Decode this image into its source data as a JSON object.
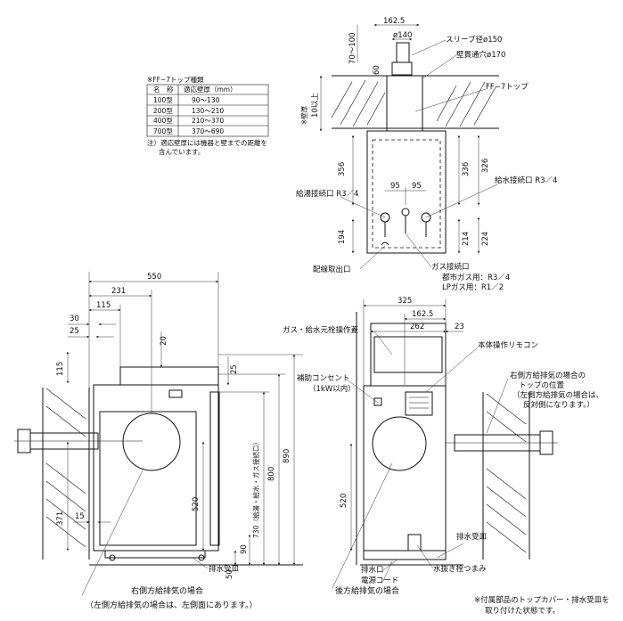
{
  "table": {
    "title": "※FF−7トップ種類",
    "headers": [
      "名　称",
      "適応壁厚（mm）"
    ],
    "rows": [
      [
        "100型",
        "90〜130"
      ],
      [
        "200型",
        "130〜210"
      ],
      [
        "400型",
        "210〜370"
      ],
      [
        "700型",
        "370〜690"
      ]
    ],
    "note_line1": "注）適応壁厚には機器と壁までの距離を",
    "note_line2": "含んでいます。"
  },
  "top_view": {
    "dim_162_5": "162.5",
    "dim_70_100": "70〜100",
    "dim_phi140": "ø140",
    "dim_60": "60",
    "label_sleeve": "スリーブ径ø150",
    "label_wall_hole": "壁貫通穴ø170",
    "label_ff7top": "FF−7トップ",
    "dim_wall_thickness": "※壁厚",
    "dim_10up": "10以上",
    "dim_356": "356",
    "dim_336": "336",
    "dim_326": "326",
    "dim_95a": "95",
    "dim_95b": "95",
    "dim_194": "194",
    "dim_214": "214",
    "dim_224": "224",
    "label_hot_water": "給湯接続口 R3／4",
    "label_water_supply": "給水接続口 R3／4",
    "label_drain_outlet": "配線取出口",
    "label_gas": "ガス接続口",
    "label_city_gas": "都市ガス用：R3／4",
    "label_lp_gas": "LPガス用：R1／2"
  },
  "side_view": {
    "dim_550": "550",
    "dim_231": "231",
    "dim_115a": "115",
    "dim_30": "30",
    "dim_25a": "25",
    "dim_20": "20",
    "dim_115b": "115",
    "dim_25b": "25",
    "dim_520": "520",
    "dim_371": "371",
    "dim_15": "15",
    "dim_730": "730（給湯・給水・ガス接続口）",
    "dim_800": "800",
    "dim_890": "890",
    "dim_90": "90",
    "dim_50": "50",
    "label_drain_pan": "排水受皿",
    "caption_line1": "右側方給排気の場合",
    "caption_line2": "（左側方給排気の場合は、左側面にあります。）"
  },
  "front_view": {
    "dim_325": "325",
    "dim_162_5": "162.5",
    "dim_262": "262",
    "dim_23": "23",
    "label_operation_lid": "ガス・給水元栓操作蓋",
    "label_remote": "本体操作リモコン",
    "label_outlet_line1": "補助コンセント",
    "label_outlet_line2": "（1kW以内）",
    "label_top_line1": "右側方給排気の場合の",
    "label_top_line2": "トップの位置",
    "label_top_line3": "（左側方給排気の場合は、",
    "label_top_line4": "反対側になります。）",
    "dim_520": "520",
    "label_drain_port": "排水口",
    "label_power_cord": "電源コード",
    "label_drain_plug": "水抜き栓つまみ",
    "label_drain_pan": "排水受皿",
    "caption": "後方給排気の場合"
  },
  "footnote_line1": "※付属部品のトップカバー・排水受皿を",
  "footnote_line2": "取り付けた状態です。"
}
